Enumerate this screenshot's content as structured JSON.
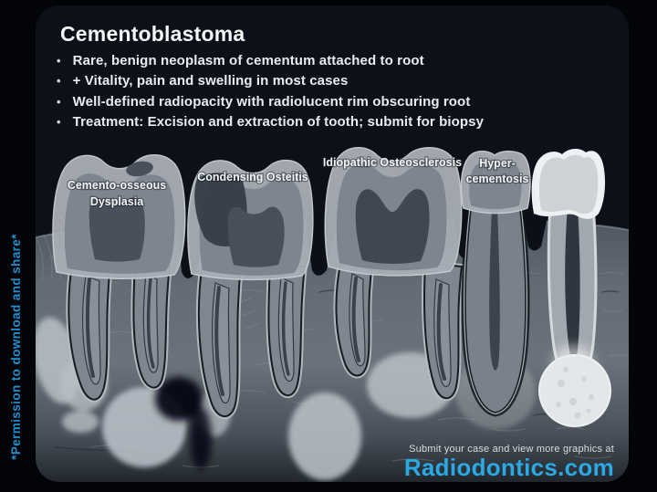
{
  "slide": {
    "title": "Cementoblastoma",
    "bullets": [
      "Rare, benign neoplasm of cementum attached to root",
      "+ Vitality, pain and swelling in most cases",
      "Well-defined radiopacity with radiolucent rim obscuring root",
      "Treatment: Excision and extraction of tooth; submit for biopsy"
    ]
  },
  "diagram": {
    "labels": {
      "cod_line1": "Cemento-osseous",
      "cod_line2": "Dysplasia",
      "condensing": "Condensing Osteitis",
      "idiopathic": "Idiopathic Osteosclerosis",
      "hyper_line1": "Hyper-",
      "hyper_line2": "cementosis"
    }
  },
  "sidebar_note": "*Permission to download and share*",
  "footer": {
    "tagline": "Submit your case and view more graphics at",
    "site": "Radiodontics.com"
  },
  "colors": {
    "accent_cyan": "#2aa9e2",
    "note_blue": "#2090cf",
    "slide_bg": "#0c1119",
    "bone_mid": "#646c75",
    "tooth_dentin": "#7d858f",
    "tooth_enamel": "#a9afb7",
    "pulp": "#47505a",
    "radiopacity": "#b8bfc7",
    "text_white": "#eef1f4"
  }
}
